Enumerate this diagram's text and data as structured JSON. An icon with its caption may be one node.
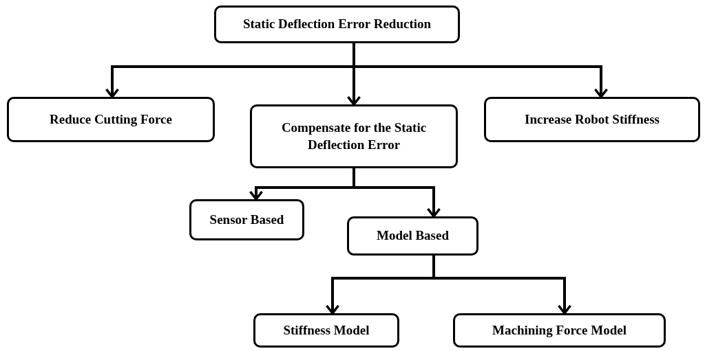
{
  "diagram": {
    "nodes": [
      {
        "text": [
          "Static Deflection Error Reduction"
        ]
      },
      {
        "text": [
          "Reduce Cutting Force"
        ]
      },
      {
        "text": [
          "Compensate for the Static Deflection Error"
        ]
      },
      {
        "text": [
          "Increase Robot Stiffness"
        ]
      },
      {
        "text": [
          "Sensor Based"
        ]
      },
      {
        "text": [
          "Model Based"
        ]
      },
      {
        "text": [
          "Stiffness Model"
        ]
      },
      {
        "text": [
          "Machining Force Model"
        ]
      }
    ],
    "edges": [
      {
        "from": 0,
        "to": 1,
        "arrow": "to"
      },
      {
        "from": 0,
        "to": 2,
        "arrow": "to"
      },
      {
        "from": 0,
        "to": 3,
        "arrow": "to"
      },
      {
        "from": 2,
        "to": 4,
        "arrow": "to"
      },
      {
        "from": 2,
        "to": 5,
        "arrow": "to"
      },
      {
        "from": 5,
        "to": 6,
        "arrow": "to"
      },
      {
        "from": 5,
        "to": 7,
        "arrow": "to"
      }
    ]
  }
}
